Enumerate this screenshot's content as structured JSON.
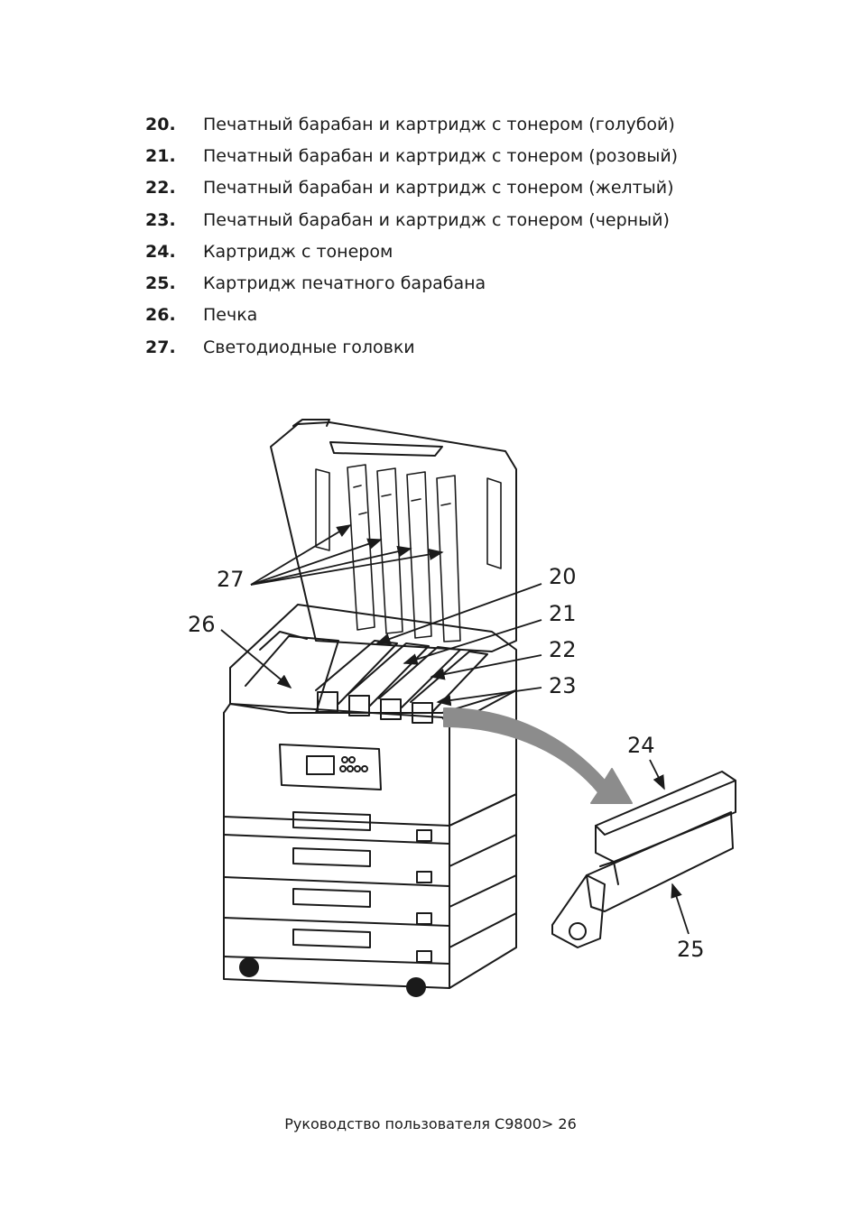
{
  "items": [
    {
      "num": "20.",
      "text": "Печатный барабан и картридж с тонером (голубой)"
    },
    {
      "num": "21.",
      "text": "Печатный барабан и картридж с тонером (розовый)"
    },
    {
      "num": "22.",
      "text": "Печатный барабан и картридж с тонером (желтый)"
    },
    {
      "num": "23.",
      "text": "Печатный барабан и картридж с тонером (черный)"
    },
    {
      "num": "24.",
      "text": "Картридж с тонером"
    },
    {
      "num": "25.",
      "text": "Картридж печатного барабана"
    },
    {
      "num": "26.",
      "text": "Печка"
    },
    {
      "num": "27.",
      "text": "Светодиодные головки"
    }
  ],
  "callouts": {
    "c20": "20",
    "c21": "21",
    "c22": "22",
    "c23": "23",
    "c24": "24",
    "c25": "25",
    "c26": "26",
    "c27": "27"
  },
  "footer": "Руководство пользователя C9800> 26"
}
